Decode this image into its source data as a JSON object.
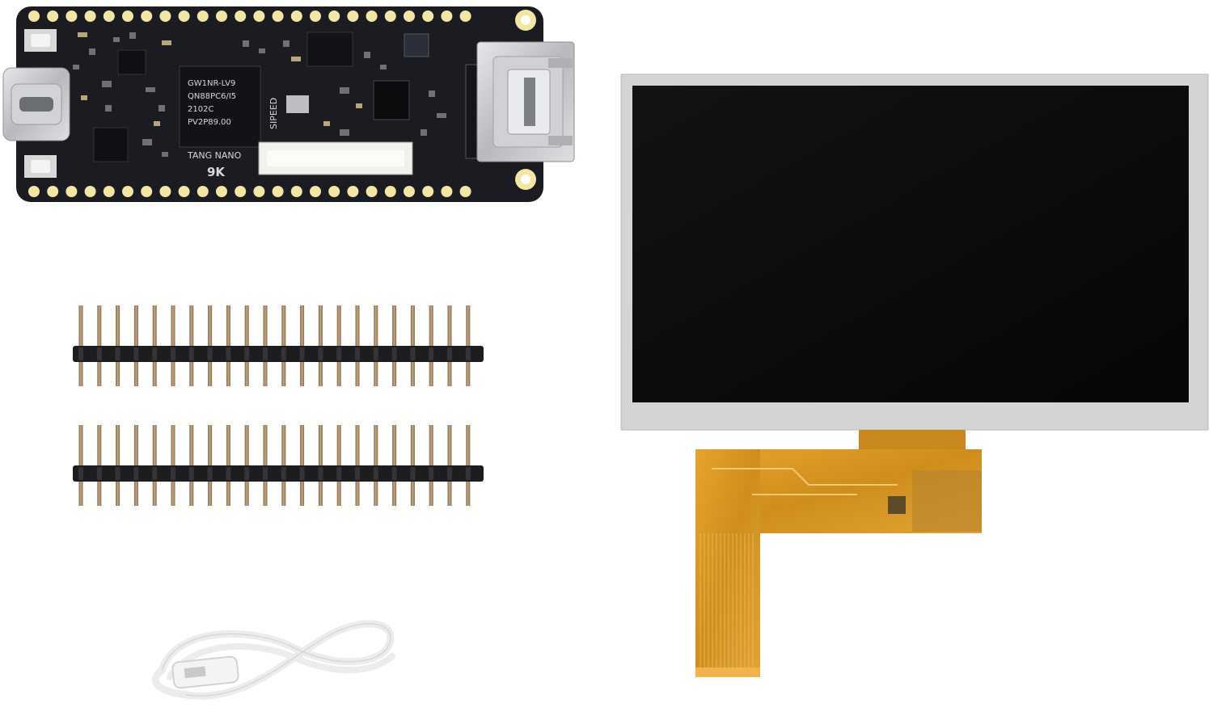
{
  "board": {
    "silk_name": "TANG NANO",
    "silk_size": "9K",
    "silk_brand": "SIPEED",
    "chip_lines": [
      "GW1NR-LV9",
      "QN88PC6/I5",
      "2102C",
      "PV2P89.00"
    ],
    "colors": {
      "pcb": "#1b1c22",
      "pad": "#f3e5a2",
      "metal": "#c9cbcf"
    }
  },
  "headers": {
    "count": 2,
    "pins_per_row": 22,
    "colors": {
      "plastic": "#1d1d1f",
      "pin": "#a98a62"
    }
  },
  "lcd": {
    "colors": {
      "glass": "#0b0d0c",
      "frame": "#d4d5d2",
      "flex": "#d99a24"
    }
  },
  "cable": {
    "colors": {
      "cable": "#f2f2f2"
    }
  }
}
